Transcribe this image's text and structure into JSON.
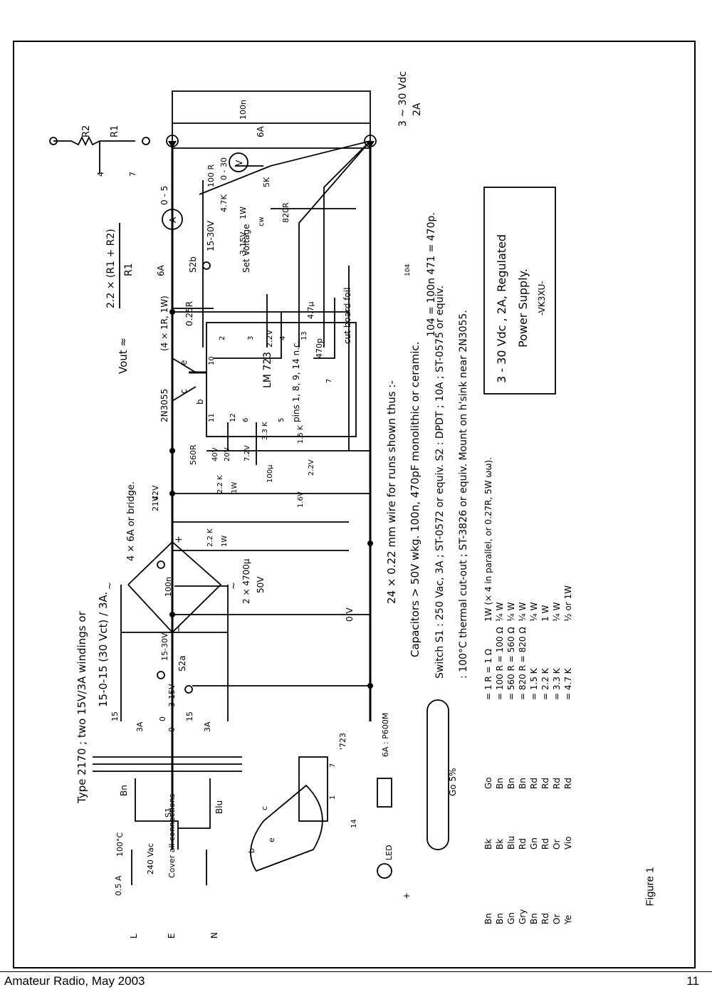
{
  "footer": {
    "publication": "Amateur Radio, May 2003",
    "page": "11"
  },
  "figure": {
    "caption": "Figure 1"
  },
  "schematic": {
    "formula_lhs": "Vout ≈",
    "formula_num": "2.2 × (R1 + R2)",
    "formula_den": "R1",
    "r1": "R1",
    "r2": "R2",
    "pin4": "4",
    "pin7": "7",
    "out_voltage": "3 ~ 30 Vdc",
    "out_current": "2A",
    "cap_100n_out": "100n",
    "diode_6a_out": "6A",
    "res_100r": "100 R",
    "meter_v_range": "0 - 30",
    "meter_v": "V",
    "pot_5k": "5K",
    "res_4k7": "4.7K",
    "res_4k7_w": "1W",
    "cw_mark": "cw",
    "res_820r": "820R",
    "set_voltage": "Set Voltage",
    "sw_15_30": "15-30V",
    "sw_3_15": "3-15V",
    "s2b": "S2b",
    "meter_a_range": "0 - 5",
    "meter_a": "A",
    "diode_6a_series": "6A",
    "cap_4u7": "4.7µ",
    "cut_board_foil": "cut board foil",
    "shunt_spec": "(4 × 1R, 1W)",
    "shunt_value": "0.25R",
    "v_2_2": "2.2V",
    "cap_470p": "470p",
    "ic_name": "LM 723",
    "ic_pins": "pins 1, 8, 9, 14 n.c.",
    "ic_pin2": "2",
    "ic_pin3": "3",
    "ic_pin4": "4",
    "ic_pin13": "13",
    "ic_pin10": "10",
    "ic_pin11": "11",
    "ic_pin12": "12",
    "ic_pin6": "6",
    "ic_pin5": "5",
    "ic_pin7": "7",
    "trans_name": "2N3055",
    "trans_e": "e",
    "trans_b": "b",
    "trans_c": "c",
    "res_560r": "560R",
    "v_40": "40V",
    "v_20": "20V",
    "v_7_2": "7.2V",
    "res_3k3": "3.3 K",
    "res_1k5": "1.5 K",
    "v_2_2b": "2.2V",
    "res_2k2": "2.2 K",
    "res_2k2_w": "1W",
    "cap_100u": "100µ",
    "led_v": "1.6V",
    "v_42": "42V",
    "v_21": "21V",
    "res_2k2b": "2.2 K",
    "res_2k2b_w": "1W",
    "bridge_label": "4 × 6A or bridge.",
    "cap_100n_bridge": "100n",
    "cap_main": "2 × 4700µ",
    "cap_main_v": "50V",
    "ground_0v": "0 V",
    "bridge_ac": "~",
    "bridge_plus": "+",
    "bridge_minus": "−",
    "sw_15_30b": "15-30V",
    "s2a": "S2a",
    "sw_3_15b": "3-15V",
    "transformer_note1": "Type 2170 ; two 15V/3A windings or",
    "transformer_note2": "15-0-15 (30 Vct) / 3A.",
    "tap_15a": "15",
    "tap_3a_a": "3A",
    "tap_0a": "0",
    "tap_0b": "0",
    "tap_15b": "15",
    "tap_3a_b": "3A",
    "prim_bn": "Bn",
    "prim_blu": "Blu",
    "switch_s1": "S1",
    "thermal_100c": "100°C",
    "fuse": "0.5 A",
    "mains": "240 Vac",
    "cover_note": "Cover all connections",
    "term_l": "L",
    "term_e": "E",
    "term_n": "N",
    "wire_note": "24 × 0.22 mm wire for runs shown thus :-",
    "capacitors_note": "Capacitors > 50V wkg. 100n, 470pF monolithic or ceramic.",
    "cap_code": "104 = 100n   471 = 470p.",
    "cap_code_body": "104",
    "switch_note": "Switch S1 : 250 Vac, 3A ; ST-0572 or equiv. S2 : DPDT ; 10A ; ST-0575 or equiv.",
    "thermal_note": ": 100°C thermal cut-out ; ST-3826 or equiv. Mount on h'sink near 2N3055.",
    "resistor_table": [
      [
        "Bn",
        "Bk",
        "Go",
        "= 1 R = 1 Ω",
        "1W (× 4 in parallel, or 0.27R, 5W ωω)."
      ],
      [
        "Bn",
        "Bk",
        "Bn",
        "= 100 R = 100 Ω",
        "¼ W"
      ],
      [
        "Gn",
        "Blu",
        "Bn",
        "= 560 R = 560 Ω",
        "¼ W"
      ],
      [
        "Gry",
        "Rd",
        "Bn",
        "= 820 R = 820 Ω",
        "¼ W"
      ],
      [
        "Bn",
        "Gn",
        "Rd",
        "= 1.5 K",
        "¼ W"
      ],
      [
        "Rd",
        "Rd",
        "Rd",
        "= 2.2 K",
        "1 W"
      ],
      [
        "Or",
        "Or",
        "Rd",
        "= 3.3 K",
        "¼ W"
      ],
      [
        "Ye",
        "Vio",
        "Rd",
        "= 4.7 K",
        "½ or 1W"
      ]
    ],
    "tolerance": "Go 5%",
    "trans_pkg_e": "e",
    "trans_pkg_b": "b",
    "trans_pkg_c": "c",
    "ic_pkg_name": "'723",
    "ic_pkg_7": "7",
    "ic_pkg_1": "1",
    "ic_pkg_14": "14",
    "diode_pkg_label": "6A : P600M",
    "led_pkg": "LED",
    "led_plus": "+",
    "title_box": [
      "3 - 30 Vdc , 2A, Regulated",
      "Power Supply.",
      "-VK3XU-"
    ]
  }
}
